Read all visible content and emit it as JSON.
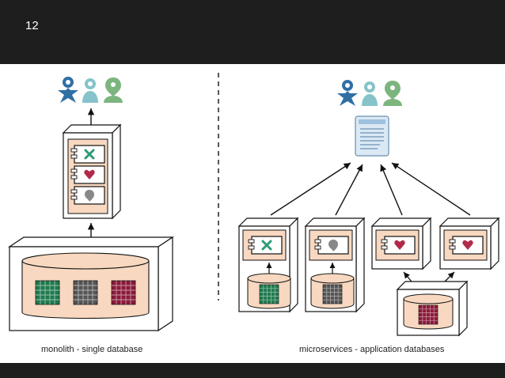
{
  "slide": {
    "number": "12"
  },
  "captions": {
    "left": "monolith - single database",
    "right": "microservices - application databases"
  },
  "icons": {
    "users": [
      "user-blue-icon",
      "user-teal-icon",
      "user-green-icon"
    ],
    "services": [
      "cross-icon",
      "heart-icon",
      "pin-icon"
    ]
  },
  "colors": {
    "bar": "#1e1e1e",
    "user_blue": "#2f6fa4",
    "user_teal": "#86c3cb",
    "user_green": "#7db57e",
    "db_fill": "#f8d8c0",
    "grid_green": "#1f7a4e",
    "grid_gray": "#555555",
    "grid_red": "#8b1a3a",
    "cross_green": "#2e9a78",
    "heart_red": "#b22a4a"
  }
}
